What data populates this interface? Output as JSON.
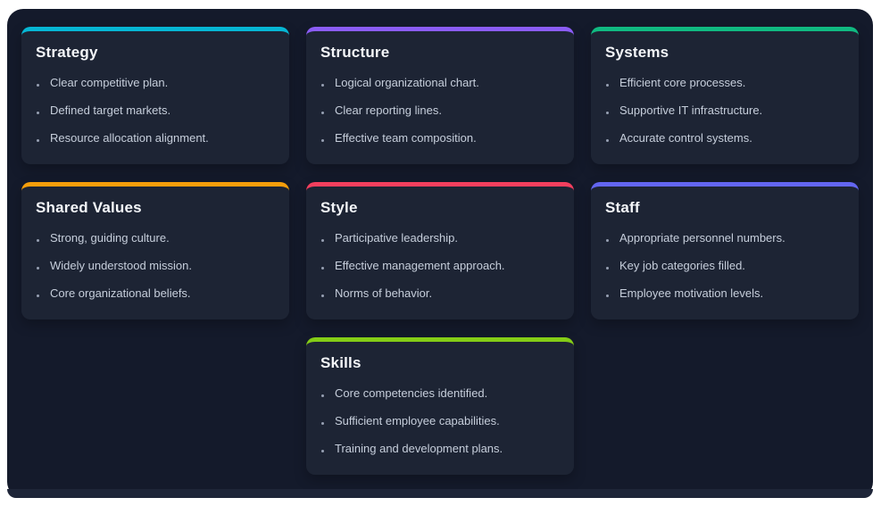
{
  "theme": {
    "page-bg": "#ffffff",
    "window-bg": "#141a2b",
    "window-footer": "#1e2538",
    "card-bg": "#1d2434",
    "title-color": "#f4f6f9",
    "item-color": "#c6cedb",
    "bullet-color": "#97a0b3"
  },
  "cards": [
    {
      "id": "strategy",
      "title": "Strategy",
      "accent": "#06b6d4",
      "items": [
        "Clear competitive plan.",
        "Defined target markets.",
        "Resource allocation alignment."
      ]
    },
    {
      "id": "structure",
      "title": "Structure",
      "accent": "#8b5cf6",
      "items": [
        "Logical organizational chart.",
        "Clear reporting lines.",
        "Effective team composition."
      ]
    },
    {
      "id": "systems",
      "title": "Systems",
      "accent": "#10b981",
      "items": [
        "Efficient core processes.",
        "Supportive IT infrastructure.",
        "Accurate control systems."
      ]
    },
    {
      "id": "shared-values",
      "title": "Shared Values",
      "accent": "#f59e0b",
      "items": [
        "Strong, guiding culture.",
        "Widely understood mission.",
        "Core organizational beliefs."
      ]
    },
    {
      "id": "style",
      "title": "Style",
      "accent": "#f43f5e",
      "items": [
        "Participative leadership.",
        "Effective management approach.",
        "Norms of behavior."
      ]
    },
    {
      "id": "staff",
      "title": "Staff",
      "accent": "#6366f1",
      "items": [
        "Appropriate personnel numbers.",
        "Key job categories filled.",
        "Employee motivation levels."
      ]
    },
    {
      "id": "skills",
      "title": "Skills",
      "accent": "#84cc16",
      "items": [
        "Core competencies identified.",
        "Sufficient employee capabilities.",
        "Training and development plans."
      ]
    }
  ]
}
